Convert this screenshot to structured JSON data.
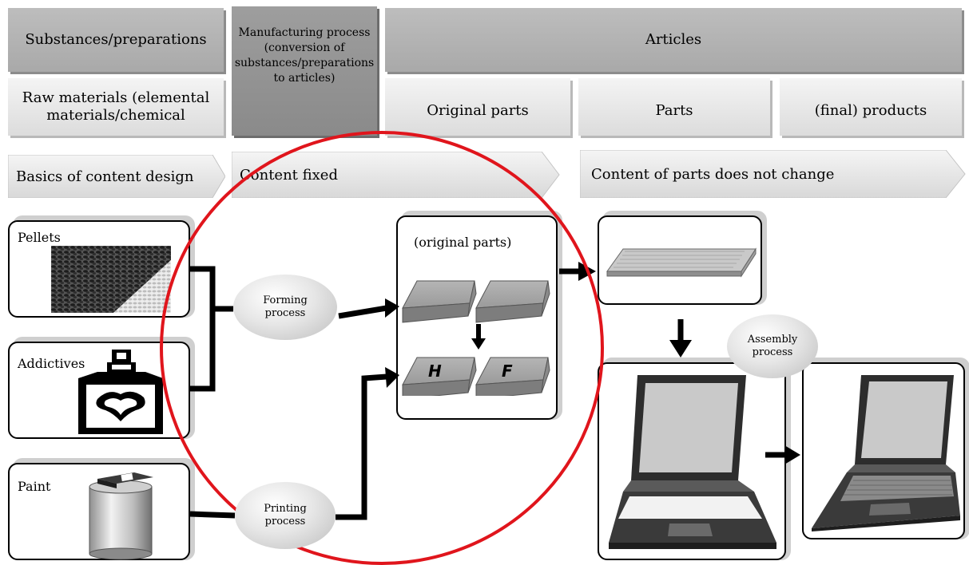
{
  "header": {
    "substances": "Substances/preparations",
    "manufacturing": "Manufacturing process (conversion of substances/preparations to articles)",
    "articles": "Articles"
  },
  "subheader": {
    "raw_materials": "Raw materials (elemental materials/chemical",
    "original_parts": "Original parts",
    "parts": "Parts",
    "final_products": "(final) products"
  },
  "phases": {
    "basics": "Basics of content design",
    "content_fixed": "Content fixed",
    "content_parts": "Content of parts does not change"
  },
  "inputs": {
    "pellets": "Pellets",
    "additives": "Addictives",
    "paint": "Paint"
  },
  "processes": {
    "forming": "Forming process",
    "printing": "Printing process",
    "assembly": "Assembly process"
  },
  "original_parts_box": {
    "title": "(original parts)",
    "key_labels": [
      "H",
      "F"
    ]
  },
  "highlight_color": "#e0151c",
  "icons": [
    "pellets-image",
    "ink-bottle-icon",
    "paint-can-icon",
    "keycap-icon",
    "keyboard-icon",
    "laptop-icon"
  ]
}
